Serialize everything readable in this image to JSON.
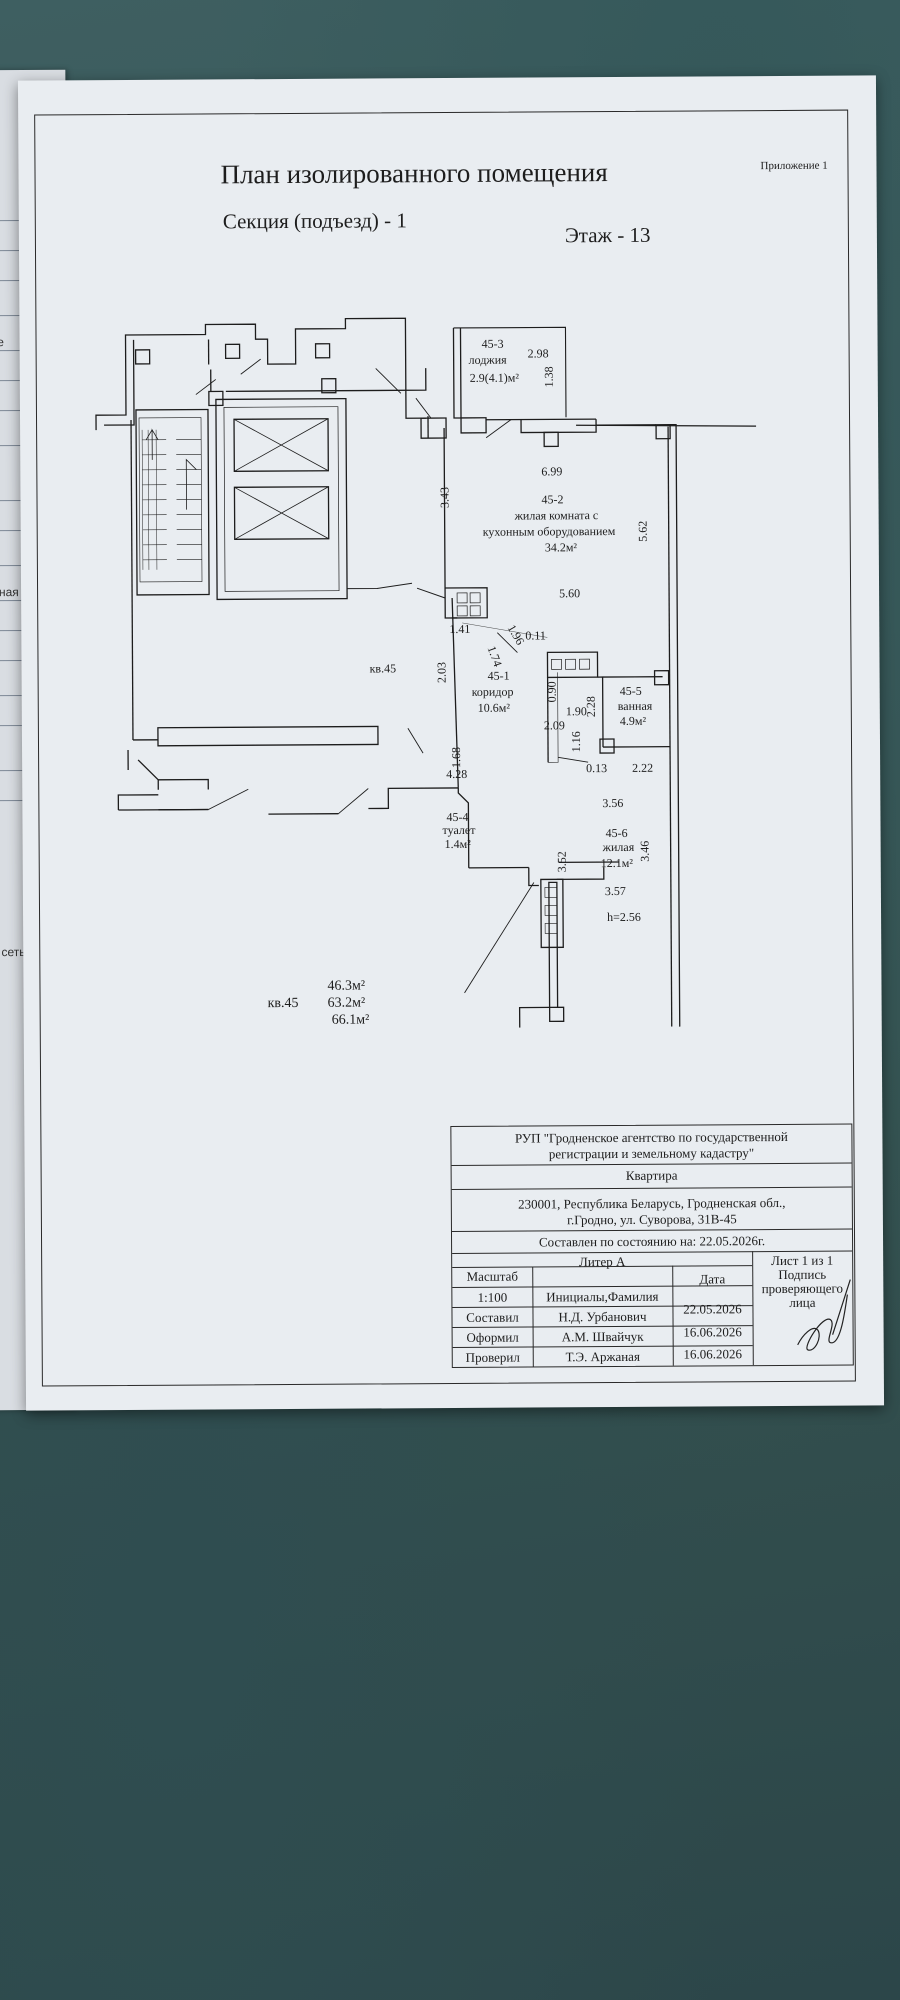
{
  "header": {
    "appendix": "Приложение 1",
    "title": "План изолированного помещения",
    "section": "Секция (подъезд) - 1",
    "floor": "Этаж - 13"
  },
  "rooms": [
    {
      "id": "45-1",
      "name": "коридор",
      "area": "10.6м²"
    },
    {
      "id": "45-2",
      "name": "жилая комната с",
      "name2": "кухонным оборудованием",
      "area": "34.2м²"
    },
    {
      "id": "45-3",
      "name": "лоджия",
      "area": "2.9(4.1)м²"
    },
    {
      "id": "45-4",
      "name": "туалет",
      "area": "1.4м²"
    },
    {
      "id": "45-5",
      "name": "ванная",
      "area": "4.9м²"
    },
    {
      "id": "45-6",
      "name": "жилая",
      "area": "12.1м²"
    }
  ],
  "apartment_label": "кв.45",
  "dimensions": {
    "d1": "2.98",
    "d2": "1.38",
    "d3": "6.99",
    "d4": "5.62",
    "d5": "5.60",
    "d6": "3.43",
    "d7": "1.41",
    "d8": "1.96",
    "d9": "0.11",
    "d10": "1.74",
    "d11": "2.03",
    "d12": "0.90",
    "d13": "1.90",
    "d14": "2.28",
    "d15": "2.09",
    "d16": "1.16",
    "d17": "0.13",
    "d18": "2.22",
    "d19": "1.68",
    "d20": "4.28",
    "d21": "3.56",
    "d22": "3.52",
    "d23": "3.46",
    "d24": "3.57",
    "d25": "h=2.56"
  },
  "summary": {
    "label": "кв.45",
    "a1": "46.3м²",
    "a2": "63.2м²",
    "a3": "66.1м²"
  },
  "stamp": {
    "org_line1": "РУП \"Гродненское агентство по государственной",
    "org_line2": "регистрации  и земельному кадастру\"",
    "object": "Квартира",
    "address1": "230001, Республика Беларусь, Гродненская обл.,",
    "address2": "г.Гродно, ул. Суворова, 31В-45",
    "state": "Составлен по состоянию на: 22.05.2026г.",
    "sheet": "Лист 1 из 1",
    "scale_label": "Масштаб",
    "scale_value": "1:100",
    "liter": "Литер А",
    "initials_header": "Инициалы,Фамилия",
    "date_header": "Дата",
    "signature_header": "Подпись",
    "signature_header2": "проверяющего",
    "signature_header3": "лица",
    "rows": [
      {
        "role": "Составил",
        "name": "Н.Д. Урбанович",
        "date": "22.05.2026"
      },
      {
        "role": "Оформил",
        "name": "А.М. Швайчук",
        "date": "16.06.2026"
      },
      {
        "role": "Проверил",
        "name": "Т.Э. Аржаная",
        "date": "16.06.2026"
      }
    ]
  },
  "left_page_fragments": {
    "f1": "е",
    "f2": "ная",
    "f3": "сеть),"
  }
}
